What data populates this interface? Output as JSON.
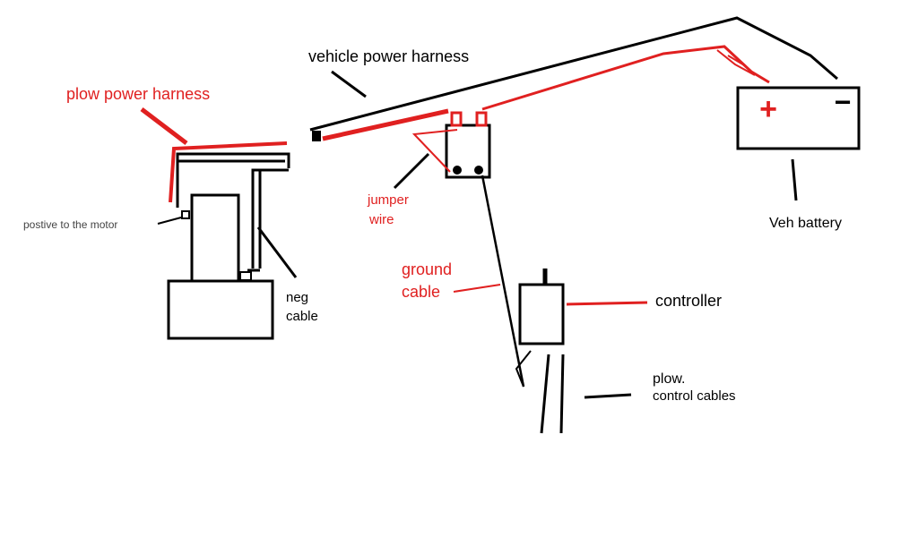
{
  "labels": {
    "plow_power_harness": "plow power harness",
    "vehicle_power_harness": "vehicle power harness",
    "positive_to_motor": "postive to the motor",
    "jumper_wire_line1": "jumper",
    "jumper_wire_line2": "wire",
    "ground_cable_line1": "ground",
    "ground_cable_line2": "cable",
    "neg_cable_line1": "neg",
    "neg_cable_line2": "cable",
    "controller": "controller",
    "veh_battery": "Veh battery",
    "plow_control_line1": "plow.",
    "plow_control_line2": "control cables",
    "battery_plus": "+",
    "battery_minus": "−"
  },
  "colors": {
    "red": "#e02020",
    "black": "#000000",
    "grey_text": "#444444"
  }
}
